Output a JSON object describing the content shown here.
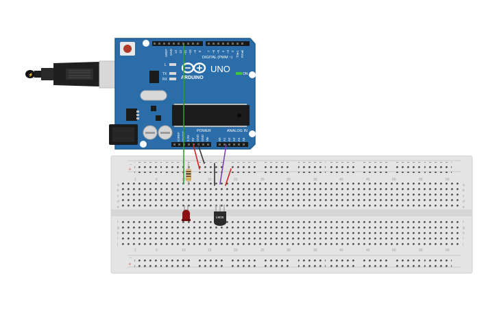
{
  "arduino": {
    "brand": "ARDUINO",
    "model": "UNO",
    "on_label": "ON",
    "l_label": "L",
    "tx_label": "TX",
    "rx_label": "RX",
    "aref_label": "AREF",
    "gnd_label": "GND",
    "pin13_label": "13",
    "pin12_label": "12",
    "pin11_label": "~11",
    "pin10_label": "~10",
    "pin9_label": "~9",
    "pin8_label": "8",
    "pin7_label": "7",
    "pin6_label": "~6",
    "pin5_label": "~5",
    "pin4_label": "4",
    "pin3_label": "~3",
    "pin2_label": "2",
    "pin1_label": "TX▸1",
    "pin0_label": "RX◂0",
    "digital_label": "DIGITAL (PWM ~)",
    "power_label": "POWER",
    "analog_label": "ANALOG IN",
    "ioref_label": "IOREF",
    "reset_label": "RESET",
    "v33_label": "3.3V",
    "v5_label": "5V",
    "gnd1_label": "GND",
    "gnd2_label": "GND",
    "vin_label": "Vin",
    "a0_label": "A0",
    "a1_label": "A1",
    "a2_label": "A2",
    "a3_label": "A3",
    "a4_label": "A4",
    "a5_label": "A5",
    "colors": {
      "board": "#2a6da8",
      "board_edge": "#1f5a8e",
      "accent_green": "#3ec63e"
    }
  },
  "breadboard": {
    "col_top_1": "1",
    "col_top_5": "5",
    "col_top_10": "10",
    "col_top_15": "15",
    "col_top_20": "20",
    "col_top_25": "25",
    "col_top_30": "30",
    "col_top_35": "35",
    "col_top_40": "40",
    "col_top_45": "45",
    "col_top_50": "50",
    "col_top_55": "55",
    "col_top_60": "60",
    "col_bottom_1": "1",
    "col_bottom_5": "5",
    "col_bottom_10": "10",
    "col_bottom_15": "15",
    "col_bottom_20": "20",
    "col_bottom_25": "25",
    "col_bottom_30": "30",
    "col_bottom_35": "35",
    "col_bottom_40": "40",
    "col_bottom_45": "45",
    "col_bottom_50": "50",
    "col_bottom_55": "55",
    "col_bottom_60": "60",
    "row_a": "a",
    "row_b": "b",
    "row_c": "c",
    "row_d": "d",
    "row_e": "e",
    "row_f": "f",
    "row_g": "g",
    "row_h": "h",
    "row_i": "i",
    "row_j": "j",
    "rail_minus": "−",
    "rail_plus": "+",
    "colors": {
      "board": "#e4e4e4",
      "hole": "#3b3b3b"
    }
  },
  "sensor": {
    "label": "LM35"
  },
  "wire_colors": {
    "green": "#2e9e2e",
    "red": "#d32222",
    "black": "#333333",
    "purple": "#7a3fb8"
  },
  "led_color": "#8a1212"
}
